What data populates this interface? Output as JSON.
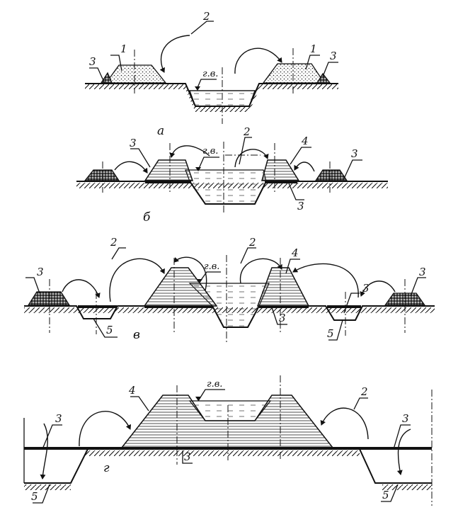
{
  "labels": {
    "n1": "1",
    "n2": "2",
    "n3": "3",
    "n4": "4",
    "n5": "5",
    "gv": "г.в."
  },
  "captions": {
    "a": "а",
    "b": "б",
    "v": "в",
    "g": "г"
  },
  "colors": {
    "ink": "#111111",
    "paper": "#ffffff"
  }
}
